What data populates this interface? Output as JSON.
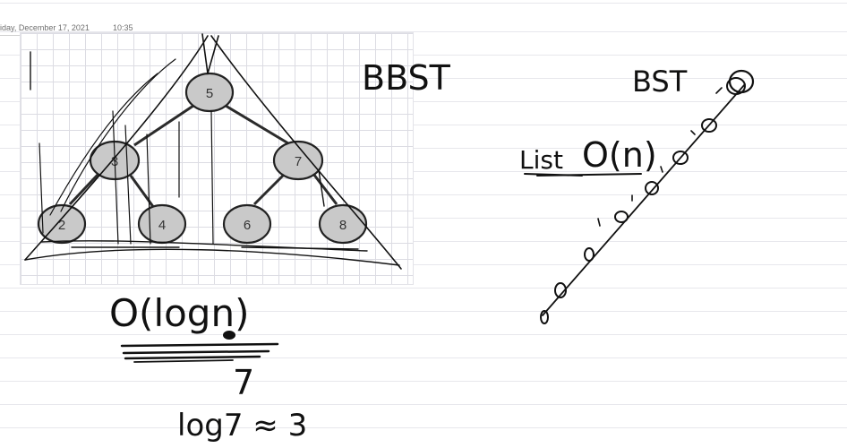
{
  "header": {
    "date": "iday, December 17, 2021",
    "time": "10:35"
  },
  "tree": {
    "nodes": [
      {
        "value": "5"
      },
      {
        "value": "3"
      },
      {
        "value": "7"
      },
      {
        "value": "2"
      },
      {
        "value": "4"
      },
      {
        "value": "6"
      },
      {
        "value": "8"
      }
    ]
  },
  "notes": {
    "bbst": "BBST",
    "bst": "BST",
    "list_word": "List",
    "big_o_n": "O(n)",
    "big_o_logn": "O(logn)",
    "seven": "7",
    "log_eq": "log7 ≈ 3"
  }
}
